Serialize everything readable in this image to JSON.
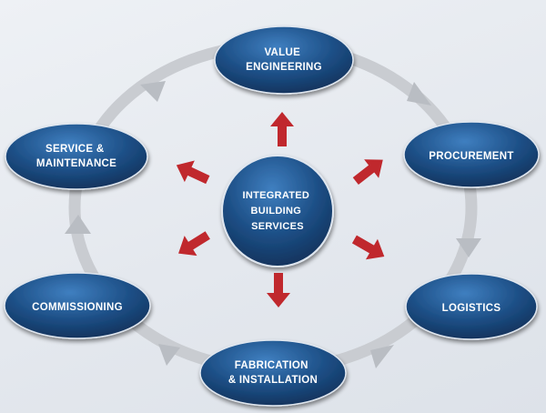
{
  "diagram": {
    "center": {
      "lines": [
        "INTEGRATED",
        "BUILDING",
        "SERVICES"
      ]
    },
    "nodes": [
      {
        "id": "value-engineering",
        "lines": [
          "VALUE",
          "ENGINEERING"
        ]
      },
      {
        "id": "procurement",
        "lines": [
          "PROCUREMENT"
        ]
      },
      {
        "id": "logistics",
        "lines": [
          "LOGISTICS"
        ]
      },
      {
        "id": "fabrication-installation",
        "lines": [
          "FABRICATION",
          "& INSTALLATION"
        ]
      },
      {
        "id": "commissioning",
        "lines": [
          "COMMISSIONING"
        ]
      },
      {
        "id": "service-maintenance",
        "lines": [
          "SERVICE &",
          "MAINTENANCE"
        ]
      }
    ],
    "colors": {
      "node_fill": "#1d4f86",
      "node_highlight": "#3f7fc0",
      "node_dark": "#0f2f57",
      "ring": "#c9ccd1",
      "ring_arrow": "#b9bdc3",
      "spoke_arrow": "#c0282d"
    }
  }
}
